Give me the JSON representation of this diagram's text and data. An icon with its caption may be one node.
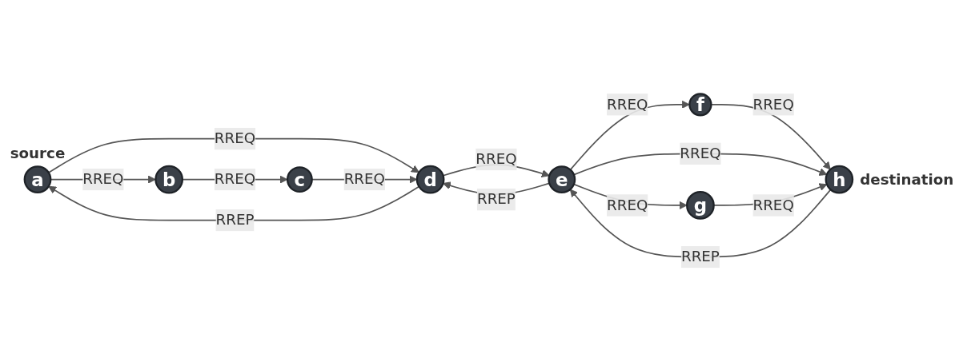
{
  "diagram": {
    "nodes": [
      {
        "text": [
          "a"
        ],
        "beside": [
          "source"
        ]
      },
      {
        "text": [
          "b"
        ]
      },
      {
        "text": [
          "c"
        ]
      },
      {
        "text": [
          "d"
        ]
      },
      {
        "text": [
          "e"
        ]
      },
      {
        "text": [
          "f"
        ]
      },
      {
        "text": [
          "g"
        ]
      },
      {
        "text": [
          "h"
        ],
        "beside": [
          "destination"
        ]
      }
    ],
    "edges": [
      {
        "from": 0,
        "to": 3,
        "arrow": "to",
        "label": "RREQ"
      },
      {
        "from": 3,
        "to": 0,
        "arrow": "to",
        "label": "RREP"
      },
      {
        "from": 0,
        "to": 1,
        "arrow": "to",
        "label": "RREQ"
      },
      {
        "from": 1,
        "to": 2,
        "arrow": "to",
        "label": "RREQ"
      },
      {
        "from": 2,
        "to": 3,
        "arrow": "to",
        "label": "RREQ"
      },
      {
        "from": 3,
        "to": 4,
        "arrow": "to",
        "label": "RREQ"
      },
      {
        "from": 4,
        "to": 3,
        "arrow": "to",
        "label": "RREP"
      },
      {
        "from": 4,
        "to": 5,
        "arrow": "to",
        "label": "RREQ"
      },
      {
        "from": 5,
        "to": 7,
        "arrow": "to",
        "label": "RREQ"
      },
      {
        "from": 4,
        "to": 7,
        "arrow": "to",
        "label": "RREQ"
      },
      {
        "from": 7,
        "to": 4,
        "arrow": "to",
        "label": "RREP"
      },
      {
        "from": 4,
        "to": 6,
        "arrow": "to",
        "label": "RREQ"
      },
      {
        "from": 6,
        "to": 7,
        "arrow": "to",
        "label": "RREQ"
      }
    ]
  }
}
